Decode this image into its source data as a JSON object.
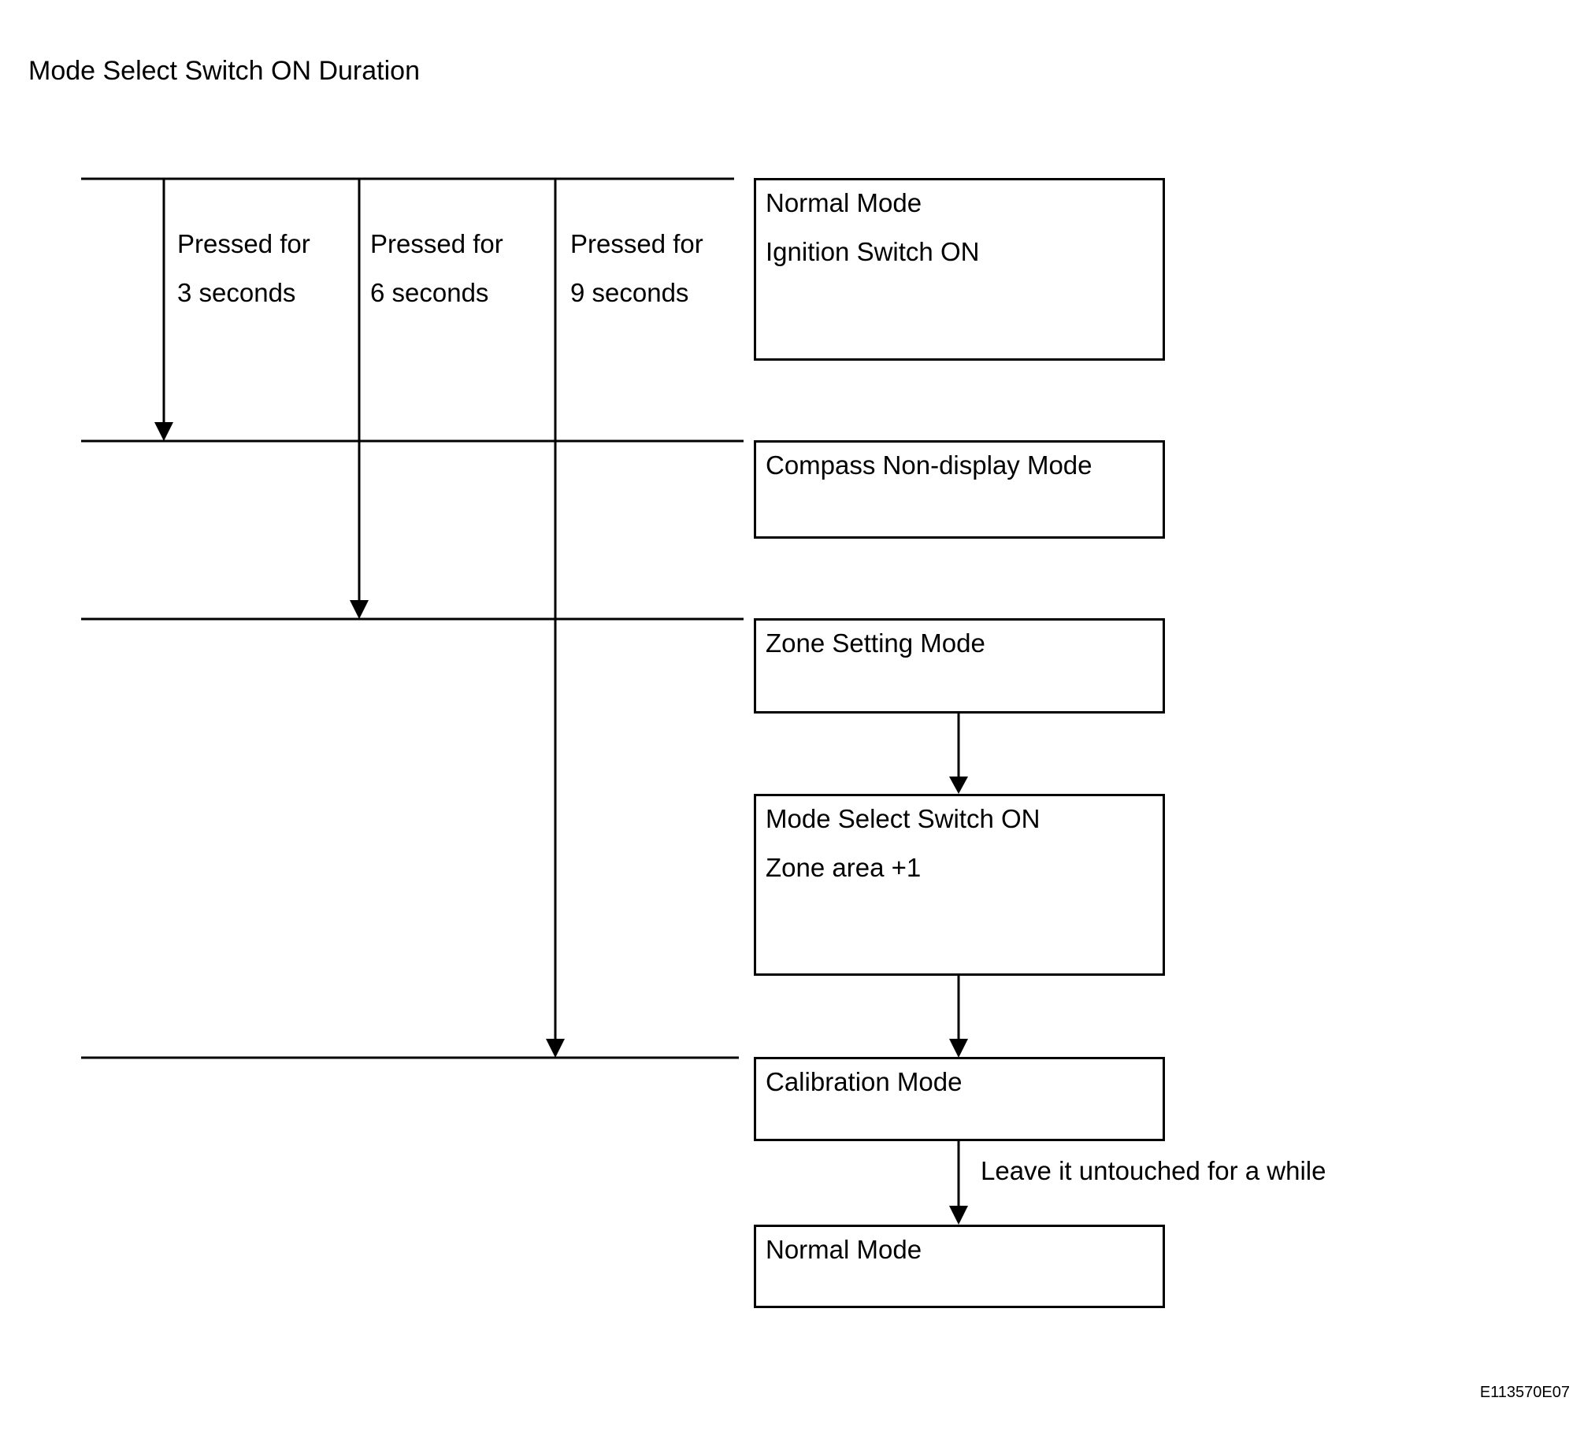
{
  "title": "Mode Select Switch ON Duration",
  "press_labels": [
    {
      "line1": "Pressed for",
      "line2": "3 seconds"
    },
    {
      "line1": "Pressed for",
      "line2": "6 seconds"
    },
    {
      "line1": "Pressed for",
      "line2": "9 seconds"
    }
  ],
  "boxes": [
    {
      "line1": "Normal Mode",
      "line2": "Ignition Switch ON"
    },
    {
      "line1": "Compass Non-display Mode"
    },
    {
      "line1": "Zone Setting Mode"
    },
    {
      "line1": "Mode Select Switch ON",
      "line2": "Zone area +1"
    },
    {
      "line1": "Calibration Mode"
    },
    {
      "line1": "Normal Mode"
    }
  ],
  "transition_label": "Leave it untouched for a while",
  "figure_ref": "E113570E07"
}
